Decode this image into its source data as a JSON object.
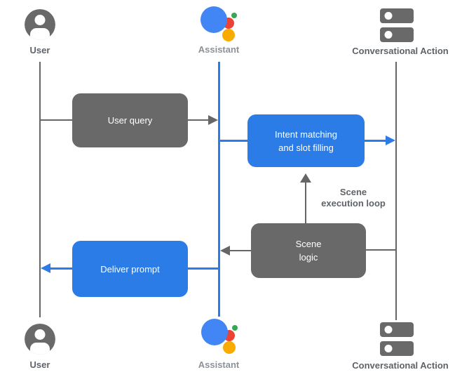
{
  "diagram": {
    "type": "sequence-diagram",
    "colors": {
      "accent_blue": "#2C7CE8",
      "box_gray": "#696969",
      "line_gray": "#666666",
      "label_dark_gray": "#5F6368",
      "label_light_gray": "#8D9297",
      "box_text": "#FFFFFF",
      "background": "#FFFFFF",
      "logo_blue": "#4285F4",
      "logo_red": "#EA4335",
      "logo_yellow": "#F9AB00",
      "logo_green": "#34A853"
    },
    "actors": {
      "user_top": {
        "label": "User",
        "icon": "user-icon"
      },
      "assistant_top": {
        "label": "Assistant",
        "icon": "google-assistant-icon"
      },
      "conversational_action_top": {
        "label": "Conversational Action",
        "icon": "server-icon"
      },
      "user_bottom": {
        "label": "User",
        "icon": "user-icon"
      },
      "assistant_bottom": {
        "label": "Assistant",
        "icon": "google-assistant-icon"
      },
      "conversational_action_bottom": {
        "label": "Conversational Action",
        "icon": "server-icon"
      }
    },
    "boxes": {
      "user_query": {
        "label": "User query",
        "color": "gray"
      },
      "intent_matching": {
        "line1": "Intent matching",
        "line2": "and slot filling",
        "color": "blue"
      },
      "scene_logic": {
        "line1": "Scene",
        "line2": "logic",
        "color": "gray"
      },
      "deliver_prompt": {
        "label": "Deliver prompt",
        "color": "blue"
      }
    },
    "annotations": {
      "scene_execution_loop": {
        "line1": "Scene",
        "line2": "execution loop"
      }
    },
    "edges": [
      {
        "from": "User",
        "to": "Assistant",
        "via": "User query",
        "style": "gray"
      },
      {
        "from": "Assistant",
        "to": "Conversational Action",
        "via": "Intent matching and slot filling",
        "style": "blue"
      },
      {
        "from": "Scene logic",
        "to": "Intent matching and slot filling",
        "label": "Scene execution loop",
        "style": "gray"
      },
      {
        "from": "Conversational Action",
        "to": "Assistant",
        "via": "Scene logic",
        "style": "gray"
      },
      {
        "from": "Assistant",
        "to": "User",
        "via": "Deliver prompt",
        "style": "blue"
      }
    ]
  }
}
